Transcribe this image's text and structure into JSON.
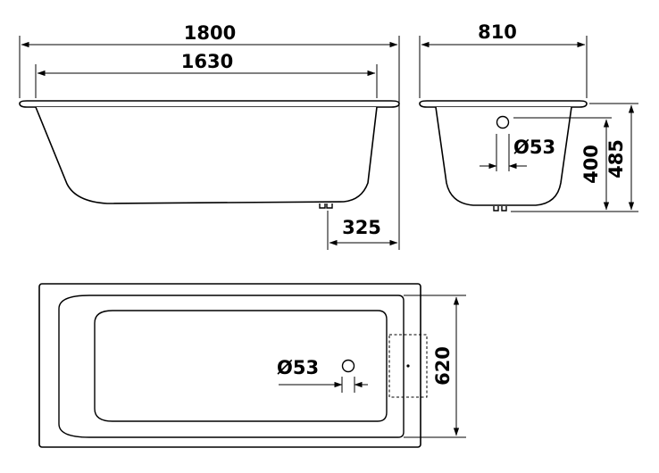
{
  "dimensions": {
    "overall_length": "1800",
    "inner_length": "1630",
    "overall_width": "810",
    "drain_offset": "325",
    "drain_diameter_side": "Ø53",
    "inner_depth": "400",
    "overall_height": "485",
    "drain_diameter_top": "Ø53",
    "inner_width": "620"
  },
  "colors": {
    "line": "#000000",
    "background": "#ffffff"
  }
}
